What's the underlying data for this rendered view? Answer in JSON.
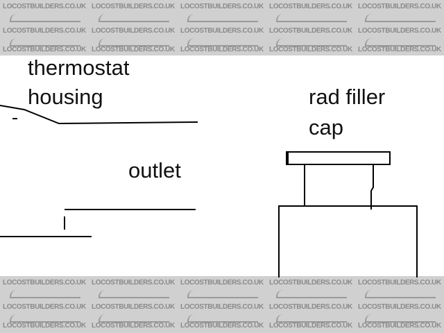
{
  "watermark": "LOCOSTBUILDERS.CO.UK",
  "labels": {
    "thermostat_line1": "thermostat",
    "thermostat_line2": "housing",
    "rad_line1": "rad filler",
    "rad_line2": "cap",
    "outlet": "outlet"
  },
  "colors": {
    "band": "#d0d0d0",
    "watermark": "#8a8a8a",
    "line": "#000000"
  }
}
